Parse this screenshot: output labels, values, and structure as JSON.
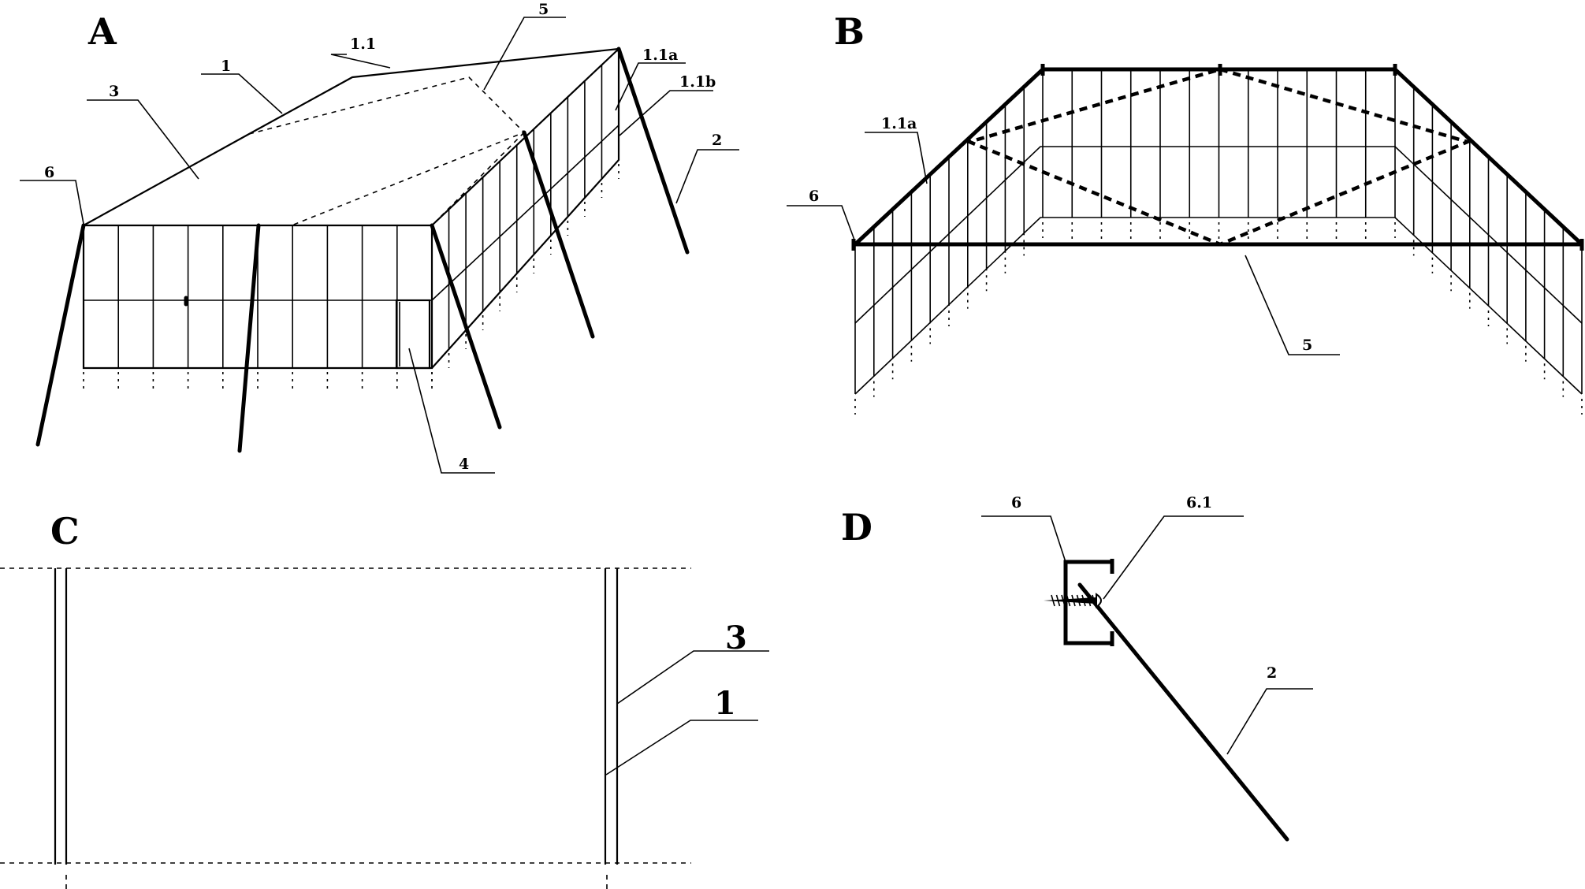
{
  "panels": {
    "a": {
      "letter": "A"
    },
    "b": {
      "letter": "B"
    },
    "c": {
      "letter": "C"
    },
    "d": {
      "letter": "D"
    }
  },
  "labels": {
    "a_1_1": "1.1",
    "a_5": "5",
    "a_1_1a": "1.1a",
    "a_1": "1",
    "a_1_1b": "1.1b",
    "a_3": "3",
    "a_2": "2",
    "a_6": "6",
    "a_4": "4",
    "b_1_1a": "1.1a",
    "b_6": "6",
    "b_5": "5",
    "c_3": "3",
    "c_1": "1",
    "d_6": "6",
    "d_6_1": "6.1",
    "d_2": "2"
  }
}
